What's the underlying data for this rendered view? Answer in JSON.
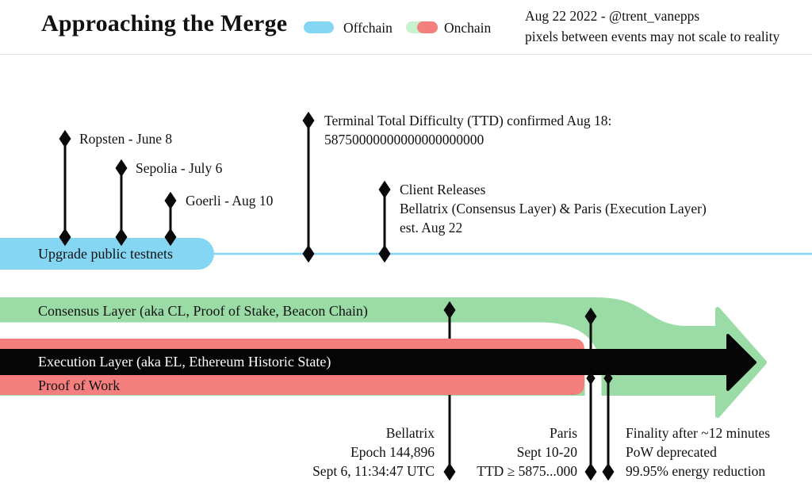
{
  "header": {
    "title": "Approaching the Merge",
    "legend": {
      "offchain": "Offchain",
      "onchain": "Onchain"
    },
    "note": {
      "line1": "Aug 22 2022 - @trent_vanepps",
      "line2": "pixels between events may not scale to reality"
    }
  },
  "colors": {
    "offchain_blue": "#85d6f2",
    "onchain_green": "#9bdca6",
    "onchain_red": "#f57e7e",
    "legend_green": "#c9f2cf",
    "line_black": "#0a0a0a"
  },
  "events": {
    "ropsten": "Ropsten - June 8",
    "sepolia": "Sepolia - July 6",
    "goerli": "Goerli - Aug 10",
    "ttd": {
      "line1": "Terminal Total Difficulty (TTD) confirmed Aug 18:",
      "line2": "58750000000000000000000"
    },
    "client": {
      "line1": "Client Releases",
      "line2": "Bellatrix (Consensus Layer) & Paris (Execution Layer)",
      "line3": "est. Aug 22"
    }
  },
  "bands": {
    "testnets": "Upgrade public testnets",
    "consensus": "Consensus Layer (aka CL, Proof of Stake, Beacon Chain)",
    "execution": "Execution Layer (aka EL, Ethereum Historic State)",
    "pow": "Proof of Work"
  },
  "bottom": {
    "bellatrix": [
      "Bellatrix",
      "Epoch 144,896",
      "Sept 6, 11:34:47 UTC"
    ],
    "paris": [
      "Paris",
      "Sept 10-20",
      "TTD ≥ 5875...000"
    ],
    "finality": [
      "Finality after ~12 minutes",
      "PoW deprecated",
      "99.95% energy reduction"
    ]
  }
}
